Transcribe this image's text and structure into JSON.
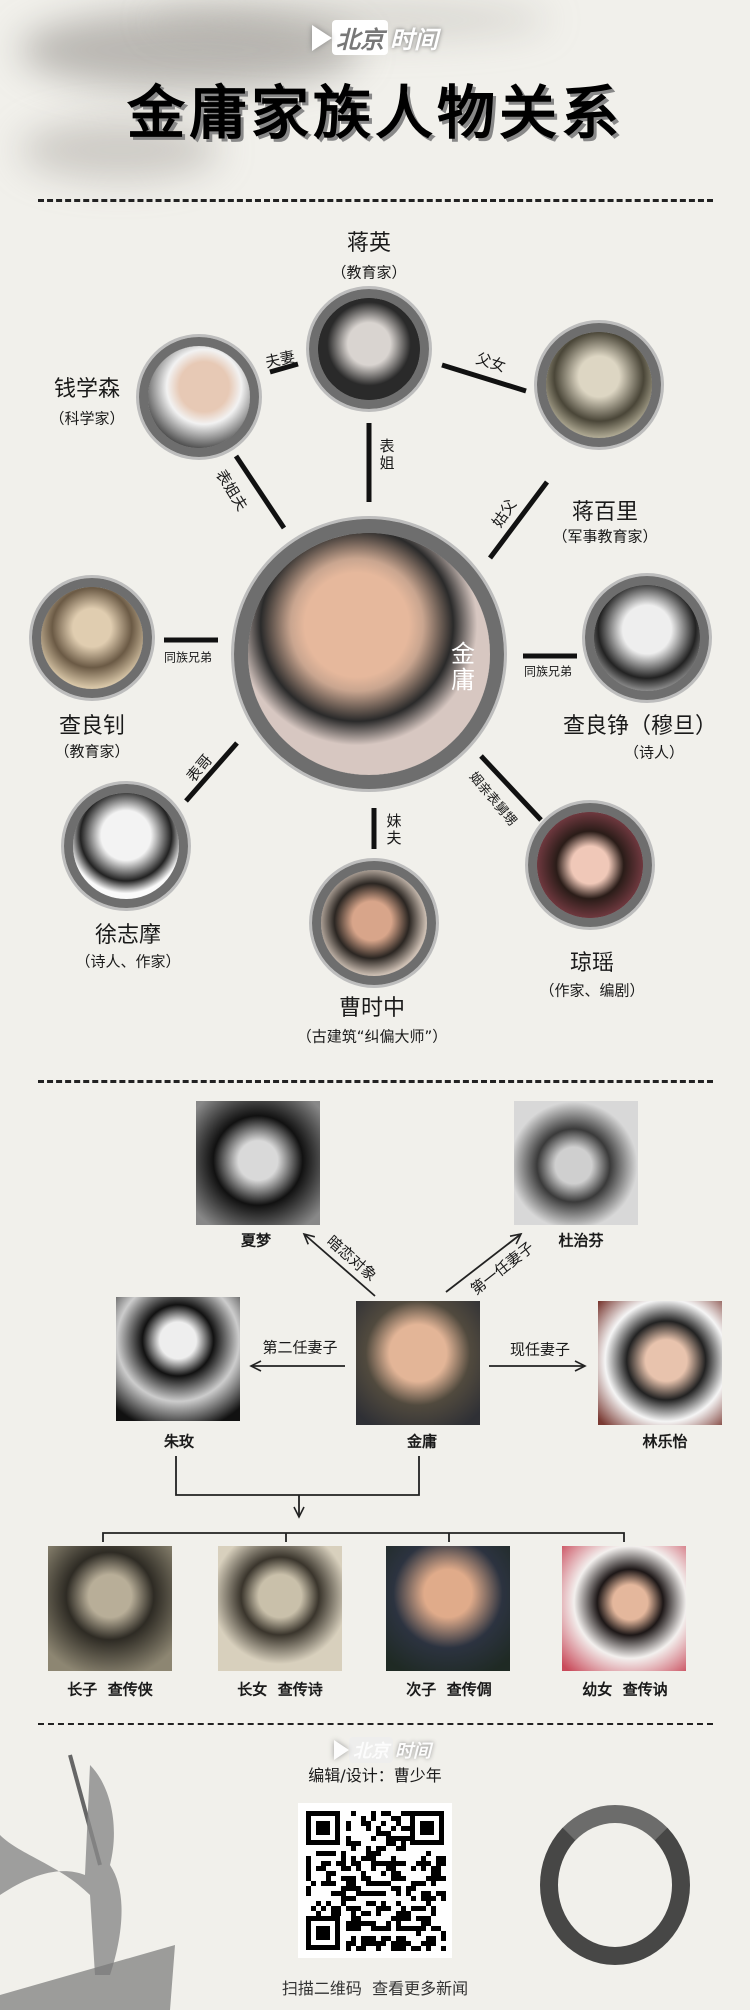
{
  "header": {
    "logo": {
      "part1": "北京",
      "part2": "时间"
    },
    "title": "金庸家族人物关系"
  },
  "relations": {
    "center": {
      "name": "金庸"
    },
    "people": [
      {
        "name": "蒋英",
        "role": "（教育家）"
      },
      {
        "name": "钱学森",
        "role": "（科学家）"
      },
      {
        "name": "蒋百里",
        "role": "（军事教育家）"
      },
      {
        "name": "查良钊",
        "role": "（教育家）"
      },
      {
        "name": "查良铮（穆旦）",
        "role": "（诗人）"
      },
      {
        "name": "徐志摩",
        "role": "（诗人、作家）"
      },
      {
        "name": "曹时中",
        "role": "（古建筑“纠偏大师”）"
      },
      {
        "name": "琼瑶",
        "role": "（作家、编剧）"
      }
    ],
    "links": {
      "qian_jiang": "夫妻",
      "jiang_father": "父女",
      "jiang_jin": "表姐",
      "qian_jin": "表姐夫",
      "baili_jin": "姑父",
      "liangzhao_jin": "同族兄弟",
      "liangzheng_jin": "同族兄弟",
      "xu_jin": "表哥",
      "cao_jin": "妹夫",
      "qiongyao_jin": "姻亲表舅甥"
    }
  },
  "marriage": {
    "people": {
      "xiameng": "夏梦",
      "duzhifen": "杜治芬",
      "zhumei": "朱玫",
      "jinyong": "金庸",
      "linleyi": "林乐怡"
    },
    "links": {
      "crush": "暗恋对象",
      "first_wife": "第一任妻子",
      "second_wife": "第二任妻子",
      "current_wife": "现任妻子"
    },
    "children": [
      "长子  查传侠",
      "长女  查传诗",
      "次子  查传倜",
      "幼女  查传讷"
    ]
  },
  "footer": {
    "logo": {
      "part1": "北京",
      "part2": "时间"
    },
    "editor": "编辑/设计：曹少年",
    "scan_text": "扫描二维码  查看更多新闻"
  },
  "colors": {
    "background": "#f1f0eb",
    "ring": "#6e6e6e",
    "ink": "#1a1a1a"
  }
}
